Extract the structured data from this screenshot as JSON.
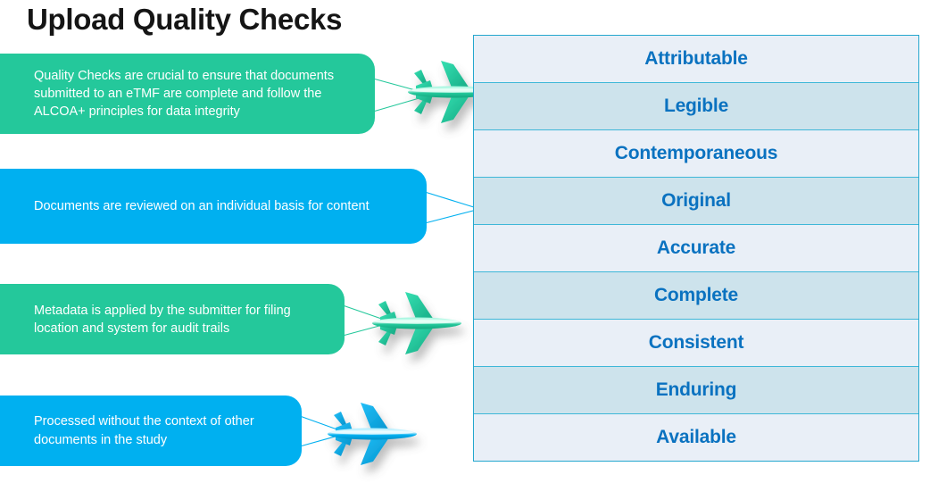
{
  "page": {
    "title": "Upload Quality Checks",
    "background_color": "#FFFFFF"
  },
  "theme": {
    "green": "#24C89B",
    "blue": "#00B0F0",
    "panel_border": "#24A7CE",
    "row_light": "#E9EFF7",
    "row_dark": "#CDE3EC",
    "label_text": "#0A72C0",
    "title_text": "#151515"
  },
  "callouts": [
    {
      "id": "callout-1",
      "color": "#24C89B",
      "color_name": "green",
      "text": "Quality Checks are crucial to ensure that documents submitted to an eTMF are complete and follow the ALCOA+ principles for data integrity",
      "plane_icon": "airplane-icon",
      "plane_color": "#24C89B"
    },
    {
      "id": "callout-2",
      "color": "#00B0F0",
      "color_name": "blue",
      "text": "Documents are reviewed on an individual basis for content",
      "plane_icon": "airplane-icon",
      "plane_color": "#00B0F0"
    },
    {
      "id": "callout-3",
      "color": "#24C89B",
      "color_name": "green",
      "text": "Metadata is applied by the submitter for filing location and system for audit trails",
      "plane_icon": "airplane-icon",
      "plane_color": "#24C89B"
    },
    {
      "id": "callout-4",
      "color": "#00B0F0",
      "color_name": "blue",
      "text": "Processed without the context of other documents in the study",
      "plane_icon": "airplane-icon",
      "plane_color": "#00B0F0"
    }
  ],
  "alcoa_panel": {
    "rows": [
      {
        "label": "Attributable",
        "shade": "light"
      },
      {
        "label": "Legible",
        "shade": "dark"
      },
      {
        "label": "Contemporaneous",
        "shade": "light"
      },
      {
        "label": "Original",
        "shade": "dark"
      },
      {
        "label": "Accurate",
        "shade": "light"
      },
      {
        "label": "Complete",
        "shade": "dark"
      },
      {
        "label": "Consistent",
        "shade": "light"
      },
      {
        "label": "Enduring",
        "shade": "dark"
      },
      {
        "label": "Available",
        "shade": "light"
      }
    ]
  }
}
